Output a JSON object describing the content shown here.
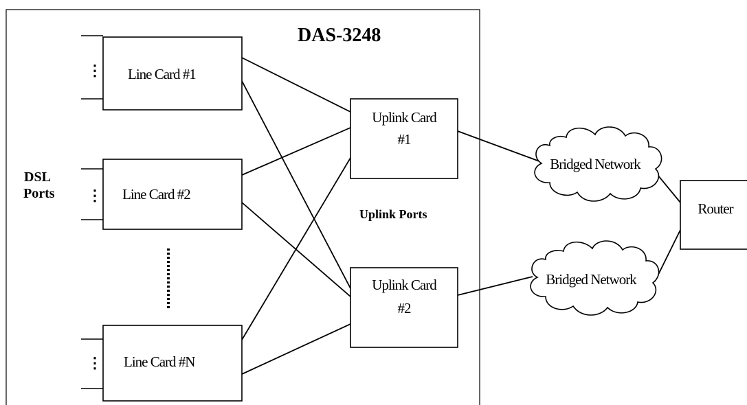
{
  "system": {
    "title": "DAS-3248"
  },
  "dsl": {
    "line1": "DSL",
    "line2": "Ports"
  },
  "line_cards": [
    {
      "label": "Line Card   #1"
    },
    {
      "label": "Line Card    #2"
    },
    {
      "label": "Line Card  #N"
    }
  ],
  "uplink_cards": [
    {
      "line1": "Uplink Card",
      "line2": "#1"
    },
    {
      "line1": "Uplink Card",
      "line2": "#2"
    }
  ],
  "uplink_ports": {
    "label": "Uplink Ports"
  },
  "networks": [
    {
      "label": "Bridged Network"
    },
    {
      "label": "Bridged Network"
    }
  ],
  "router": {
    "label": "Router"
  }
}
